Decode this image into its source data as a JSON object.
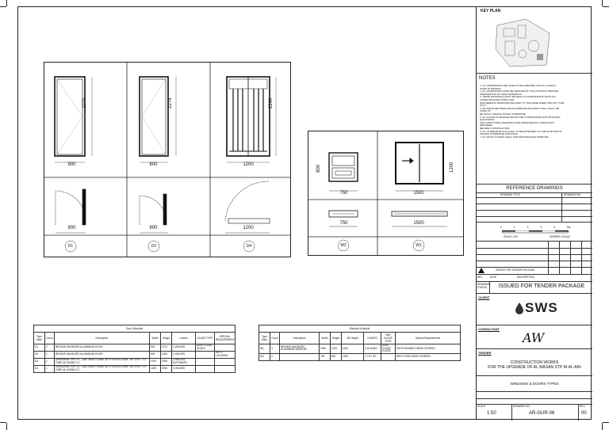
{
  "title_block": {
    "key_plan_label": "KEY PLAN",
    "notes_label": "NOTES",
    "notes": [
      "1. ALL DIMENSIONS ARE GIVEN IN MILLIMETERS, AND ALL LEVELS",
      "GIVEN IN METERS.",
      "2. ALL DIMENSIONS MUST BE VERIFIED BY THE CONTRACT BEFORE",
      "PREPARATION OF SHOP DRAWINGS.",
      "3. THESE DRAWINGS MUST BE READ IN COORDINATION WITH ALL",
      "OTHER ARCHITECTURAL AND",
      "ENGINEERING DRAWINGS RELATED TO THE SAME SHEET AND ANY ITEM",
      "ON IT.",
      "4. DISTANCE BETWEEN DOOR JAMB AND ADJACENT WALL SHALL BE",
      "FIXED TO",
      "BE 100mm UNLESS NOTED OTHERWISE.",
      "5. ALL FLOOR SLAB EDGE DETAILS BE COORDINATED WITH BUILDING",
      "ELEVATIONS",
      "AND STRUCTURAL DRAWINGS AND APPROVED BY CONSULTANT",
      "ENGINEER",
      "BEFORE CONSTRUCTION.",
      "6. ALL INTERIOR BLOCK SHALL TO BE EXTENDED TO THE SLAB SOFFIT",
      "UNLESS OTHERWISE INDICATED.",
      "7. ALL ROOF ACCESS SHALL FOR MAINTENANCE PURPOSE."
    ],
    "ref_drawings_title": "REFERENCE DRAWINGS",
    "ref_col_title": "DRAWING TITLE",
    "ref_col_no": "DRAWING NO.",
    "scale_label": "SCALE 1:50",
    "graphic_scale_label": "GRAPHIC SCALE",
    "scale_ticks": [
      "0",
      "1",
      "2",
      "3",
      "4",
      "5m"
    ],
    "revision_row": "ISSUED FOR TENDER PACKAGE",
    "rev_headers": [
      "REV",
      "DATE",
      "DESCRIPTION"
    ],
    "issue_status_label": "DRAWING STATUS",
    "issue_status": "ISSUED FOR TENDER PACKAGE",
    "client_label": "CLIENT",
    "client_logo": "SWS",
    "consultant_label": "CONSULTANT",
    "consultant_logo": "AW",
    "tender_label": "TENDER",
    "project_line1": "CONSTRUCTION WORKS",
    "project_line2": "FOR THE UPGRADE OF AL WASAN STP IN AL-AIN",
    "drawing_title": "WINDOWS & DOORS TYPES",
    "scale_value": "1:50",
    "drawing_no": "AR-GUR-06",
    "revision": "00",
    "field_scale": "SCALE",
    "field_drawing_no": "DRAWING NO.",
    "field_rev": "REV."
  },
  "doors": [
    {
      "tag": "D1",
      "width": "900",
      "height": "2270"
    },
    {
      "tag": "D2",
      "width": "800",
      "height": "2275"
    },
    {
      "tag": "D4",
      "width": "1200",
      "height": "2240"
    }
  ],
  "windows": [
    {
      "tag": "W2",
      "width": "750",
      "height": "800"
    },
    {
      "tag": "W1",
      "width": "1500",
      "height": "1200"
    }
  ],
  "door_schedule": {
    "title": "Door Schedule",
    "headers": [
      "Type Mark",
      "Count",
      "Description",
      "Width",
      "Height",
      "Leaves",
      "GLASS TYPE",
      "SPECIAL REQUIREMENTS"
    ],
    "rows": [
      [
        "D1",
        "2",
        "BRONZE ANODIZED ALUMINIUM DOOR",
        "900",
        "2270",
        "1-HINGED",
        "SEMI CLEAR GLASS",
        ""
      ],
      [
        "D2",
        "1",
        "BRONZE ANODIZED ALUMINIUM DOOR",
        "800",
        "2250",
        "1-HINGED",
        "",
        "WITH LOUVERS"
      ],
      [
        "D3",
        "1",
        "50x50x3MM THK STL TUBE MAIN FRAME WITH 40x20x1.5MM THK VERT. STL TUBE @ 100MM O.C.",
        "4700",
        "2250",
        "2-HINGED AUTOMATIC",
        "",
        ""
      ],
      [
        "D4",
        "1",
        "50x50x3MM THK STL TUBE MAIN FRAME WITH 40x20x1.5MM THK VERT. STL TUBE @ 100MM O.C.",
        "1200",
        "2250",
        "2-HINGED",
        "",
        ""
      ]
    ]
  },
  "window_schedule": {
    "title": "Window Schedule",
    "headers": [
      "Type Mark",
      "Count",
      "Description",
      "Width",
      "Height",
      "Sill Height",
      "LEAVES",
      "WIN GLASS TYPE",
      "Special Requirements"
    ],
    "rows": [
      [
        "W1",
        "4",
        "BRONZE ANODIZED ALUMINIUM WINDOW",
        "1500",
        "1200",
        "1000",
        "2-SLIDING",
        "SEMI CLEAR GLASS",
        "WITH MOVABLE MESH SCREEN"
      ],
      [
        "W2",
        "2",
        "",
        "750",
        "800",
        "1400",
        "1-TILT UP",
        "",
        "WITH FIXED MESH SCREEN"
      ]
    ]
  }
}
